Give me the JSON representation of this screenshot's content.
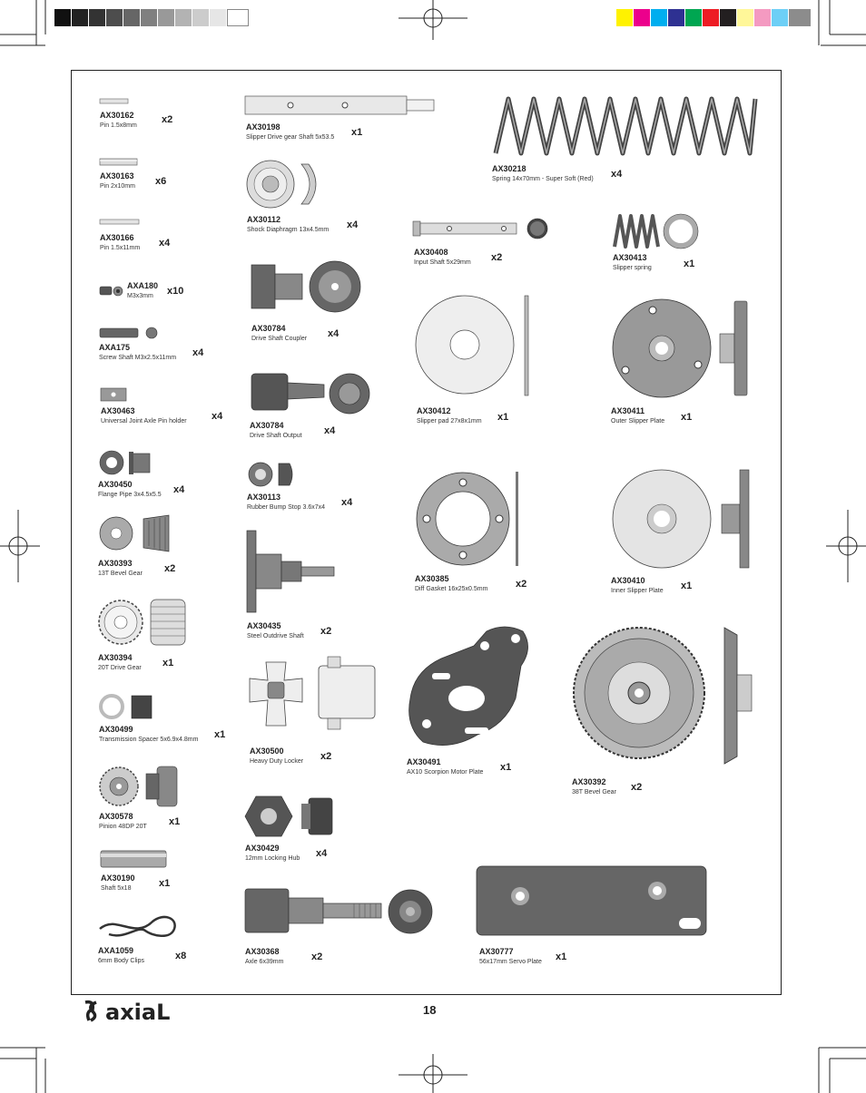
{
  "page": {
    "number": "18",
    "logo_text": "axial"
  },
  "colors": {
    "gray_bar": [
      "#111111",
      "#222222",
      "#333333",
      "#4d4d4d",
      "#666666",
      "#808080",
      "#999999",
      "#b3b3b3",
      "#cccccc",
      "#e6e6e6",
      "#ffffff"
    ],
    "color_bar": [
      "#fff200",
      "#ec008c",
      "#00aeef",
      "#2e3192",
      "#00a651",
      "#ed1c24",
      "#231f20",
      "#fff799",
      "#f49ac1",
      "#6dcff6",
      "#8c8c8c"
    ]
  },
  "parts": [
    {
      "code": "AX30162",
      "desc": "Pin 1.5x8mm",
      "qty": "x2"
    },
    {
      "code": "AX30163",
      "desc": "Pin 2x10mm",
      "qty": "x6"
    },
    {
      "code": "AX30166",
      "desc": "Pin 1.5x11mm",
      "qty": "x4"
    },
    {
      "code": "AXA180",
      "desc": "M3x3mm",
      "qty": "x10"
    },
    {
      "code": "AXA175",
      "desc": "Screw Shaft M3x2.5x11mm",
      "qty": "x4"
    },
    {
      "code": "AX30463",
      "desc": "Universal Joint Axle Pin holder",
      "qty": "x4"
    },
    {
      "code": "AX30450",
      "desc": "Flange Pipe 3x4.5x5.5",
      "qty": "x4"
    },
    {
      "code": "AX30393",
      "desc": "13T Bevel Gear",
      "qty": "x2"
    },
    {
      "code": "AX30394",
      "desc": "20T Drive Gear",
      "qty": "x1"
    },
    {
      "code": "AX30499",
      "desc": "Transmission Spacer 5x6.9x4.8mm",
      "qty": "x1"
    },
    {
      "code": "AX30578",
      "desc": "Pinion 48DP 20T",
      "qty": "x1"
    },
    {
      "code": "AX30190",
      "desc": "Shaft 5x18",
      "qty": "x1"
    },
    {
      "code": "AXA1059",
      "desc": "6mm Body Clips",
      "qty": "x8"
    },
    {
      "code": "AX30198",
      "desc": "Slipper Drive gear Shaft 5x53.5",
      "qty": "x1"
    },
    {
      "code": "AX30112",
      "desc": "Shock Diaphragm 13x4.5mm",
      "qty": "x4"
    },
    {
      "code": "AX30784",
      "desc": "Drive Shaft Coupler",
      "qty": "x4"
    },
    {
      "code": "AX30784",
      "desc": "Drive Shaft Output",
      "qty": "x4"
    },
    {
      "code": "AX30113",
      "desc": "Rubber Bump Stop 3.6x7x4",
      "qty": "x4"
    },
    {
      "code": "AX30435",
      "desc": "Steel Outdrive Shaft",
      "qty": "x2"
    },
    {
      "code": "AX30500",
      "desc": "Heavy Duty Locker",
      "qty": "x2"
    },
    {
      "code": "AX30429",
      "desc": "12mm Locking Hub",
      "qty": "x4"
    },
    {
      "code": "AX30368",
      "desc": "Axle 6x39mm",
      "qty": "x2"
    },
    {
      "code": "AX30218",
      "desc": "Spring 14x70mm - Super Soft (Red)",
      "qty": "x4"
    },
    {
      "code": "AX30408",
      "desc": "Input Shaft 5x29mm",
      "qty": "x2"
    },
    {
      "code": "AX30413",
      "desc": "Slipper spring",
      "qty": "x1"
    },
    {
      "code": "AX30412",
      "desc": "Slipper pad 27x8x1mm",
      "qty": "x1"
    },
    {
      "code": "AX30411",
      "desc": "Outer Slipper Plate",
      "qty": "x1"
    },
    {
      "code": "AX30385",
      "desc": "Diff Gasket 16x25x0.5mm",
      "qty": "x2"
    },
    {
      "code": "AX30410",
      "desc": "Inner Slipper Plate",
      "qty": "x1"
    },
    {
      "code": "AX30491",
      "desc": "AX10 Scorpion Motor Plate",
      "qty": "x1"
    },
    {
      "code": "AX30392",
      "desc": "38T Bevel Gear",
      "qty": "x2"
    },
    {
      "code": "AX30777",
      "desc": "56x17mm Servo Plate",
      "qty": "x1"
    }
  ]
}
